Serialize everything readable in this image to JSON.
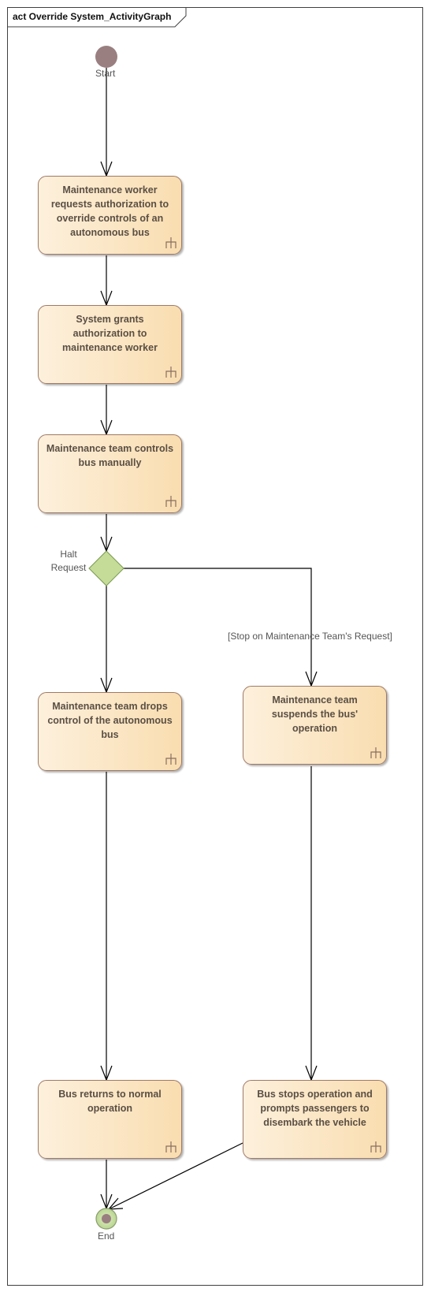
{
  "diagram": {
    "frame_title": "act Override System_ActivityGraph",
    "start_label": "Start",
    "end_label": "End",
    "decision_label_line1": "Halt",
    "decision_label_line2": "Request",
    "guard_label": "[Stop on Maintenance Team's Request]",
    "actions": {
      "a1": "Maintenance worker requests authorization to override controls of an autonomous bus",
      "a2": "System grants authorization to maintenance worker",
      "a3": "Maintenance team controls bus manually",
      "a4": "Maintenance team drops control of the autonomous bus",
      "a5": "Maintenance team suspends the bus' operation",
      "a6": "Bus returns to normal operation",
      "a7": "Bus stops operation and prompts passengers to disembark the vehicle"
    },
    "colors": {
      "initial_node": "#9a7f80",
      "decision_fill": "#c4dc98",
      "final_node_outer": "#c4dc98",
      "action_fill_left": "#fdf0dc",
      "action_fill_right": "#f9ddb0",
      "action_border": "#a07a66"
    }
  }
}
